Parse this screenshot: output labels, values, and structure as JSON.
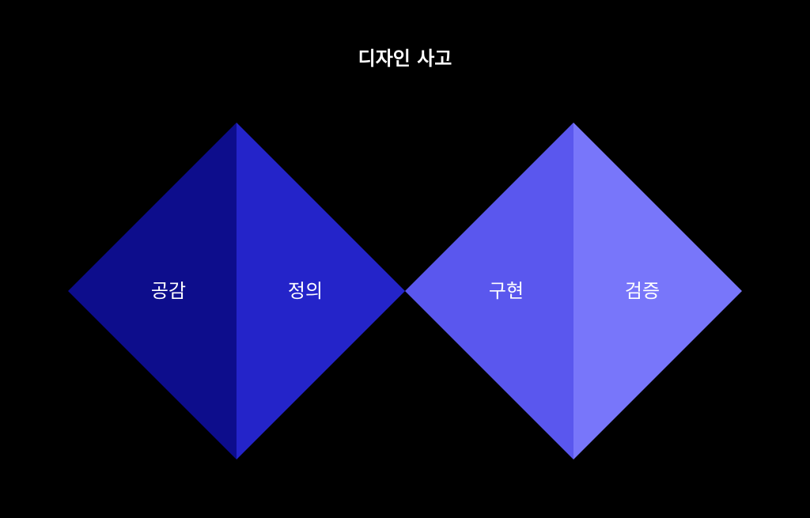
{
  "title": "디자인 사고",
  "phases": [
    {
      "label": "공감",
      "color": "#0d0d8c"
    },
    {
      "label": "정의",
      "color": "#2424c9"
    },
    {
      "label": "구현",
      "color": "#5a57ee"
    },
    {
      "label": "검증",
      "color": "#7876fa"
    }
  ]
}
